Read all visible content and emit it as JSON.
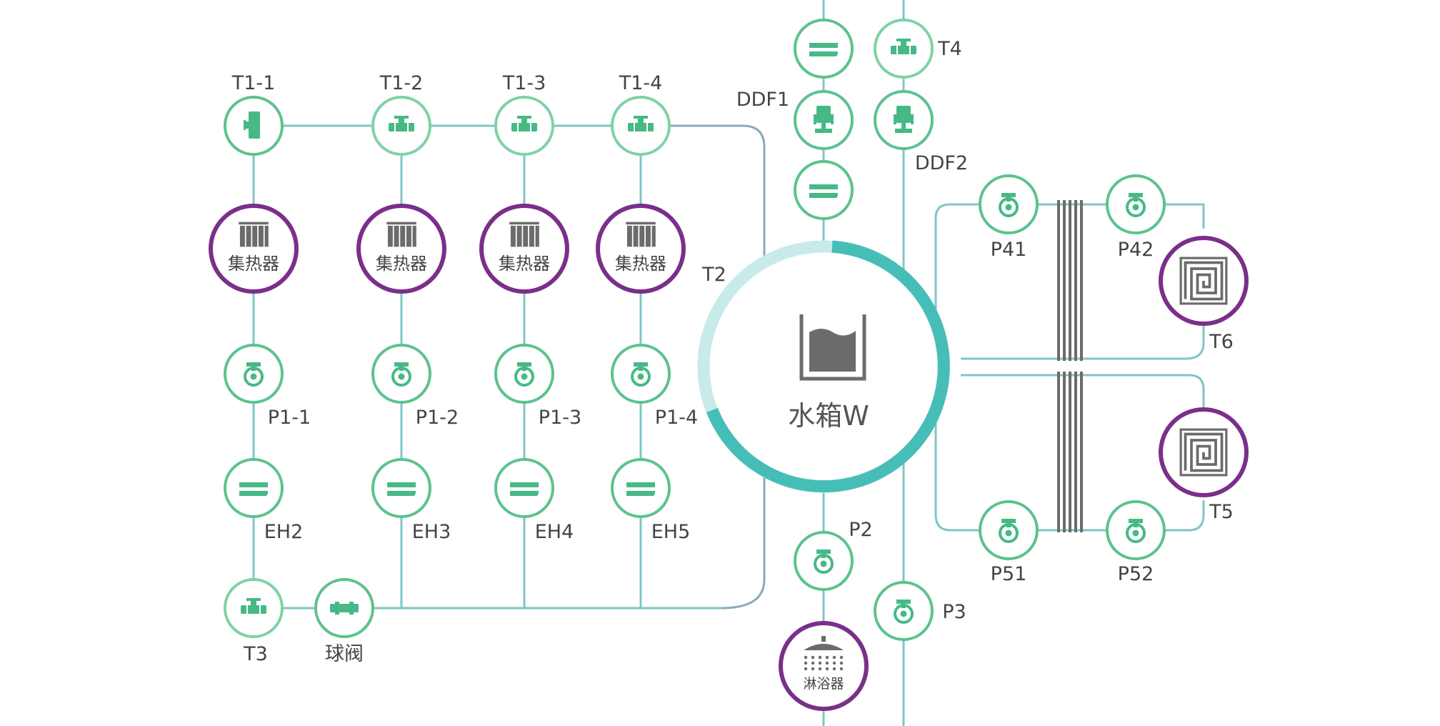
{
  "colors": {
    "pipe": "#7ec6c6",
    "pipe_dark": "#8aaabb",
    "node_ring": "#5cc28d",
    "node_ring_light": "#7dd2a6",
    "icon_green": "#46b985",
    "collector_ring": "#7a2f8a",
    "tank_ring": "#47bdb8",
    "tank_ring_light": "#c8ebea",
    "icon_gray": "#6b6b6b",
    "label": "#444444"
  },
  "tank": {
    "name": "水箱W",
    "icon": "water-tank-icon",
    "port_label": "T2"
  },
  "collector": {
    "label": "集热器",
    "icon": "solar-collector-icon"
  },
  "shower": {
    "label": "淋浴器",
    "icon": "shower-head-icon"
  },
  "floor_heat": {
    "icon": "floor-heating-coil-icon"
  },
  "hx": {
    "icon": "plate-heat-exchanger-icon"
  },
  "icons": {
    "pump": "pump-icon",
    "valve": "valve-icon",
    "heater": "electric-heater-icon",
    "flow_valve": "flow-valve-icon",
    "ball_valve": "ball-valve-icon",
    "sensor": "sensor-icon"
  },
  "labels": {
    "T1_1": "T1-1",
    "T1_2": "T1-2",
    "T1_3": "T1-3",
    "T1_4": "T1-4",
    "P1_1": "P1-1",
    "P1_2": "P1-2",
    "P1_3": "P1-3",
    "P1_4": "P1-4",
    "EH2": "EH2",
    "EH3": "EH3",
    "EH4": "EH4",
    "EH5": "EH5",
    "T3": "T3",
    "ball_valve": "球阀",
    "DDF1": "DDF1",
    "DDF2": "DDF2",
    "T4": "T4",
    "P2": "P2",
    "P3": "P3",
    "P41": "P41",
    "P42": "P42",
    "P51": "P51",
    "P52": "P52",
    "T5": "T5",
    "T6": "T6"
  }
}
